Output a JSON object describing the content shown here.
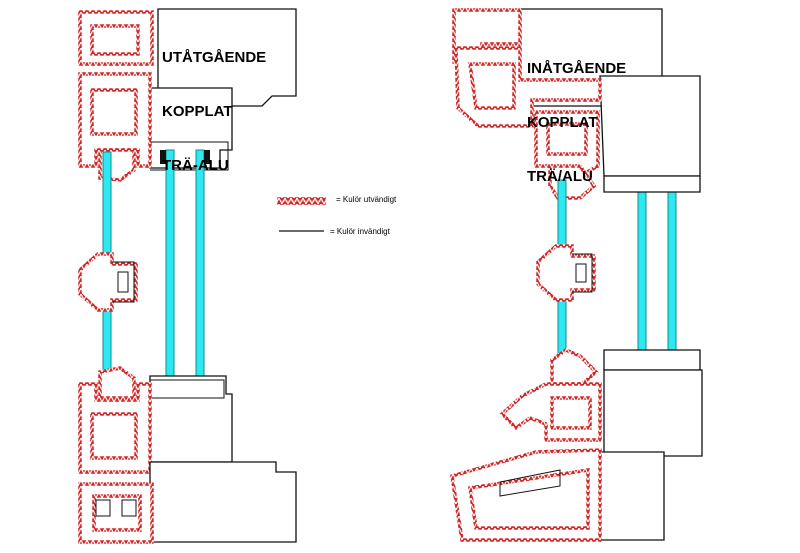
{
  "diagram": {
    "left_title_lines": [
      "UTÅTGÅENDE",
      "KOPPLAT",
      "TRÄ-ALU"
    ],
    "right_title_lines": [
      "INÅTGÅENDE",
      "KOPPLAT",
      "TRÄ/ALU"
    ],
    "legend": {
      "exterior_color_label": "= Kulör utvändigt",
      "interior_color_label": "= Kulör invändigt"
    },
    "colors": {
      "exterior_profile": "#d12a2a",
      "interior_line": "#111111",
      "glass": "#2ee7ef"
    }
  }
}
